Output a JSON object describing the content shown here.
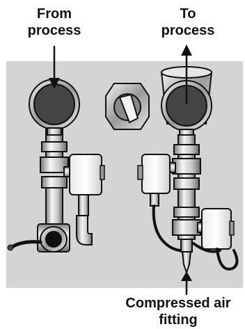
{
  "labels": {
    "from_process": [
      "From",
      "process"
    ],
    "to_process": [
      "To",
      "process"
    ],
    "compressed_air_fitting": [
      "Compressed air",
      "fitting"
    ]
  },
  "colors": {
    "panel": "#d4d4d4",
    "metal_light": "#f2f2f2",
    "metal_mid": "#bcbcbc",
    "metal_dark": "#6e6e6e",
    "gauge_face": "#444444",
    "outline": "#111111",
    "hose": "#111111"
  },
  "icons": [
    "pressure-gauge-icon",
    "toggle-switch-icon",
    "solenoid-valve-icon",
    "pipe-fitting-icon",
    "arrow-icon"
  ]
}
